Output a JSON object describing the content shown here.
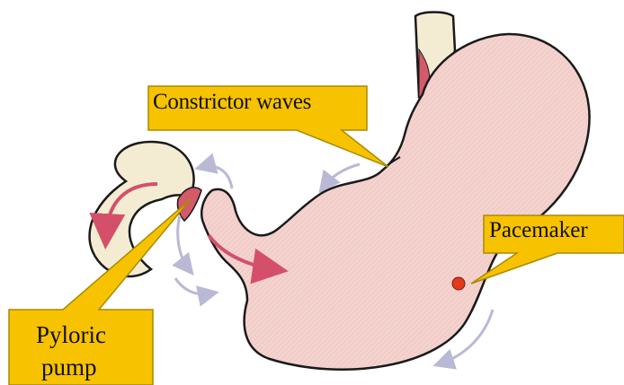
{
  "diagram": {
    "labels": {
      "constrictor_waves": "Constrictor waves",
      "pacemaker": "Pacemaker",
      "pyloric_line1": "Pyloric",
      "pyloric_line2": "pump"
    },
    "colors": {
      "stomach_fill": "#f4d3cf",
      "stomach_outline": "#1a1a1a",
      "duodenum_fill": "#f3ecd3",
      "esophagus_muscle": "#d45a6a",
      "callout_fill": "#f7c200",
      "callout_stroke": "#a88a00",
      "motion_arrow": "#d4506a",
      "flow_arrow": "#b9b9d6",
      "pacemaker_dot": "#e23a1a"
    }
  }
}
